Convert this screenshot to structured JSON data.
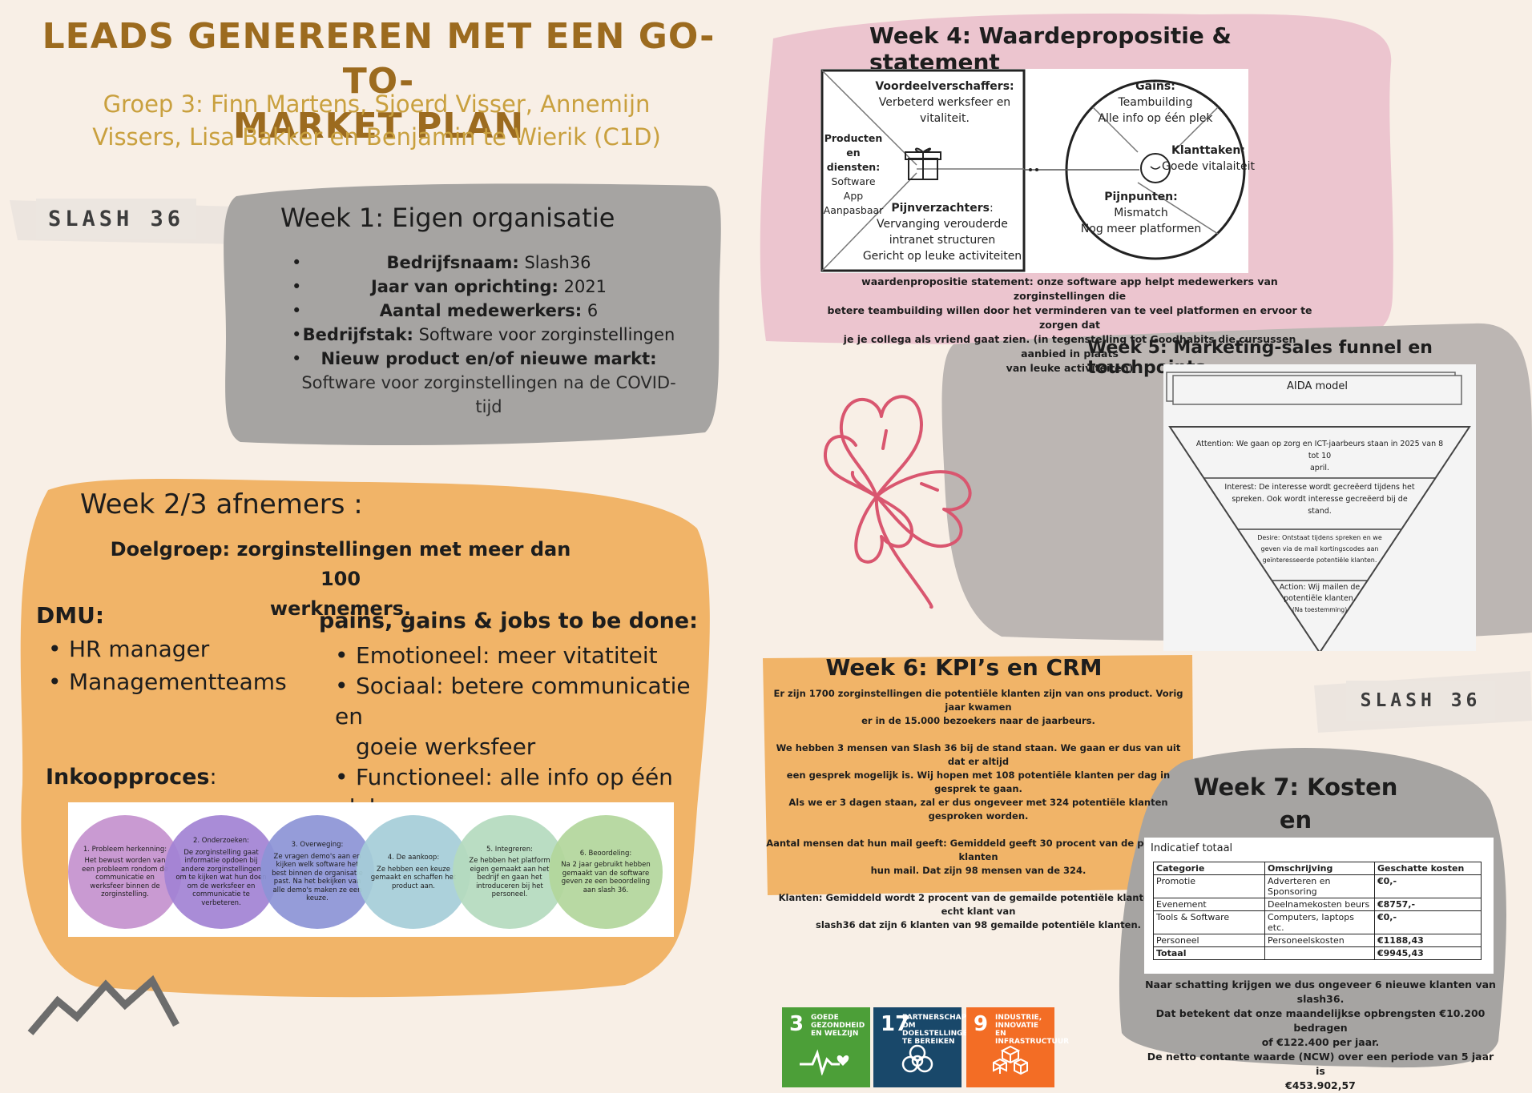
{
  "header": {
    "title_line1": "LEADS GENEREREN MET EEN GO-TO-",
    "title_line2": "MARKET PLAN",
    "subtitle_line1": "Groep 3: Finn Martens, Sjoerd Visser, Annemijn",
    "subtitle_line2": "Vissers, Lisa Bakker en Benjamin te Wierik (C1D)"
  },
  "logo": {
    "text": "SLASH 36"
  },
  "week1": {
    "title": "Week 1: Eigen organisatie",
    "items": [
      {
        "label": "Bedrijfsnaam:",
        "value": " Slash36"
      },
      {
        "label": "Jaar van oprichting:",
        "value": " 2021"
      },
      {
        "label": "Aantal medewerkers:",
        "value": " 6"
      },
      {
        "label": "Bedrijfstak:",
        "value": " Software voor zorginstellingen"
      },
      {
        "label": "Nieuw product en/of nieuwe markt:",
        "value": ""
      }
    ],
    "extra_line1": "Software voor zorginstellingen na de COVID-",
    "extra_line2": "tijd"
  },
  "week23": {
    "title": "Week 2/3 afnemers :",
    "target_line1": "Doelgroep: zorginstellingen met meer dan 100",
    "target_line2": "werknemers.",
    "dmu_heading": "DMU:",
    "dmu_items": [
      "HR manager",
      "Managementteams"
    ],
    "pg_heading": "pains, gains & jobs to be done:",
    "pg_items": [
      "Emotioneel: meer vitatiteit",
      "Sociaal: betere communicatie en",
      "goeie werksfeer",
      "Functioneel: alle info op één plek"
    ],
    "ink_heading": "Inkoopproces",
    "ink_colon": ":",
    "steps": [
      {
        "title": "1. Probleem herkenning:",
        "text": "Het bewust worden van een probleem rondom de communicatie en werksfeer binnen de zorginstelling.",
        "color": "#c99ad2"
      },
      {
        "title": "2. Onderzoeken:",
        "text": "De zorginstelling gaat informatie opdoen bij andere zorginstellingen om te kijken wat hun doen om de werksfeer en communicatie te verbeteren.",
        "color": "#b08fd6"
      },
      {
        "title": "3. Overweging:",
        "text": "Ze vragen demo's aan en kijken welk software het best binnen de organisatie past. Na het bekijken van alle demo's maken ze een keuze.",
        "color": "#969bd8"
      },
      {
        "title": "4. De aankoop:",
        "text": "Ze hebben een keuze gemaakt en schaffen het product aan.",
        "color": "#a9cfd9"
      },
      {
        "title": "5. Integreren:",
        "text": "Ze hebben het platform eigen gemaakt aan het bedrijf en gaan het introduceren bij het personeel.",
        "color": "#b8dcbf"
      },
      {
        "title": "6. Beoordeling:",
        "text": "Na 2 jaar gebruikt hebben gemaakt van de software geven ze een beoordeling aan slash 36.",
        "color": "#b5d79e"
      }
    ]
  },
  "week4": {
    "title": "Week 4: Waardepropositie & statement",
    "voordeel_h": "Voordeelverschaffers:",
    "voordeel_1": "Verbeterd werksfeer en",
    "voordeel_2": "vitaliteit.",
    "producten_h1": "Producten en",
    "producten_h2": "diensten:",
    "producten_items": [
      "Software",
      "App",
      "Aanpasbaar"
    ],
    "pijnverz_h": "Pijnverzachters",
    "pijnverz_colon": ":",
    "pijnverz_1": "Vervanging verouderde",
    "pijnverz_2": "intranet structuren",
    "pijnverz_3": "Gericht op leuke activiteiten",
    "gains_h": "Gains:",
    "gains_1": "Teambuilding",
    "gains_2": "Alle info op één plek",
    "klant_h": "Klanttaken:",
    "klant_1": "Goede vitalaiteit",
    "pijn_h": "Pijnpunten:",
    "pijn_1": "Mismatch",
    "pijn_2": "Nog meer platformen",
    "statement_1": "waardenpropositie statement: onze software app helpt medewerkers van zorginstellingen die",
    "statement_2": "betere teambuilding willen door het verminderen van te veel platformen en ervoor te zorgen dat",
    "statement_3": "je je collega als vriend gaat zien. (in tegenstelling tot Goodhabits die cursussen aanbied in plaats",
    "statement_4": "van leuke activiteiten)"
  },
  "week5": {
    "title": "Week 5: Marketing-sales funnel en touchpoints",
    "model_title": "AIDA model",
    "attention_1": "Attention: We gaan op zorg en ICT-jaarbeurs staan in 2025 van 8 tot 10",
    "attention_2": "april.",
    "interest_1": "Interest: De interesse wordt gecreëerd tijdens het",
    "interest_2": "spreken. Ook wordt interesse gecreëerd bij de",
    "interest_3": "stand.",
    "desire_1": "Desire: Ontstaat tijdens spreken en we",
    "desire_2": "geven via de mail kortingscodes aan",
    "desire_3": "geïnteresseerde potentiële klanten.",
    "action_1": "Action: Wij mailen de",
    "action_2": "potentiële klanten.",
    "action_3": "(Na toestemming)"
  },
  "week6": {
    "title": "Week 6: KPI’s en CRM",
    "lines": [
      "Er zijn 1700 zorginstellingen die potentiële klanten zijn van ons product. Vorig jaar kwamen",
      "er in de 15.000 bezoekers naar de jaarbeurs.",
      "",
      "We hebben 3 mensen van Slash 36 bij de stand staan. We gaan er dus van uit dat er altijd",
      "een gesprek mogelijk is. Wij hopen met 108 potentiële klanten per dag in gesprek te gaan.",
      "Als we er 3 dagen staan, zal er dus ongeveer met 324 potentiële klanten gesproken worden.",
      "",
      "Aantal mensen dat hun mail geeft: Gemiddeld geeft 30 procent van de potentiële klanten",
      "hun mail. Dat zijn 98 mensen van de 324.",
      "",
      "Klanten: Gemiddeld wordt 2 procent van de gemailde potentiële klanten ook echt klant van",
      "slash36 dat zijn 6 klanten van 98 gemailde potentiële klanten."
    ]
  },
  "week7": {
    "title_1": "Week 7: Kosten en",
    "title_2": "opbrengsten",
    "table_heading": "Indicatief totaal",
    "columns": [
      "Categorie",
      "Omschrijving",
      "Geschatte kosten"
    ],
    "rows": [
      [
        "Promotie",
        "Adverteren en Sponsoring",
        "€0,-"
      ],
      [
        "Evenement",
        "Deelnamekosten beurs",
        "€8757,-"
      ],
      [
        "Tools & Software",
        "Computers, laptops etc.",
        "€0,-"
      ],
      [
        "Personeel",
        "Personeelskosten",
        "€1188,43"
      ],
      [
        "Totaal",
        "",
        "€9945,43"
      ]
    ],
    "summary": [
      "Naar schatting krijgen we dus ongeveer 6 nieuwe klanten van slash36.",
      "Dat betekent dat onze maandelijkse opbrengsten €10.200 bedragen",
      "of €122.400 per jaar.",
      "De netto contante waarde (NCW) over een periode van 5 jaar is",
      "€453.902,57"
    ]
  },
  "sdg": [
    {
      "num": "3",
      "label": "GOEDE GEZONDHEID EN WELZIJN",
      "color": "#4c9f38",
      "icon": "heartbeat-icon"
    },
    {
      "num": "17",
      "label": "PARTNERSCHAP OM DOELSTELLINGEN TE BEREIKEN",
      "color": "#19486a",
      "icon": "rings-icon"
    },
    {
      "num": "9",
      "label": "INDUSTRIE, INNOVATIE EN INFRASTRUCTUUR",
      "color": "#f36d25",
      "icon": "cubes-icon"
    }
  ],
  "colors": {
    "background": "#f8efe6",
    "title": "#9c6b1f",
    "subtitle": "#c9a03e",
    "grey_blob": "#a7a5a3",
    "orange_blob": "#f1b468",
    "pink_blob": "#ecc5cf",
    "clover": "#d9566f"
  }
}
